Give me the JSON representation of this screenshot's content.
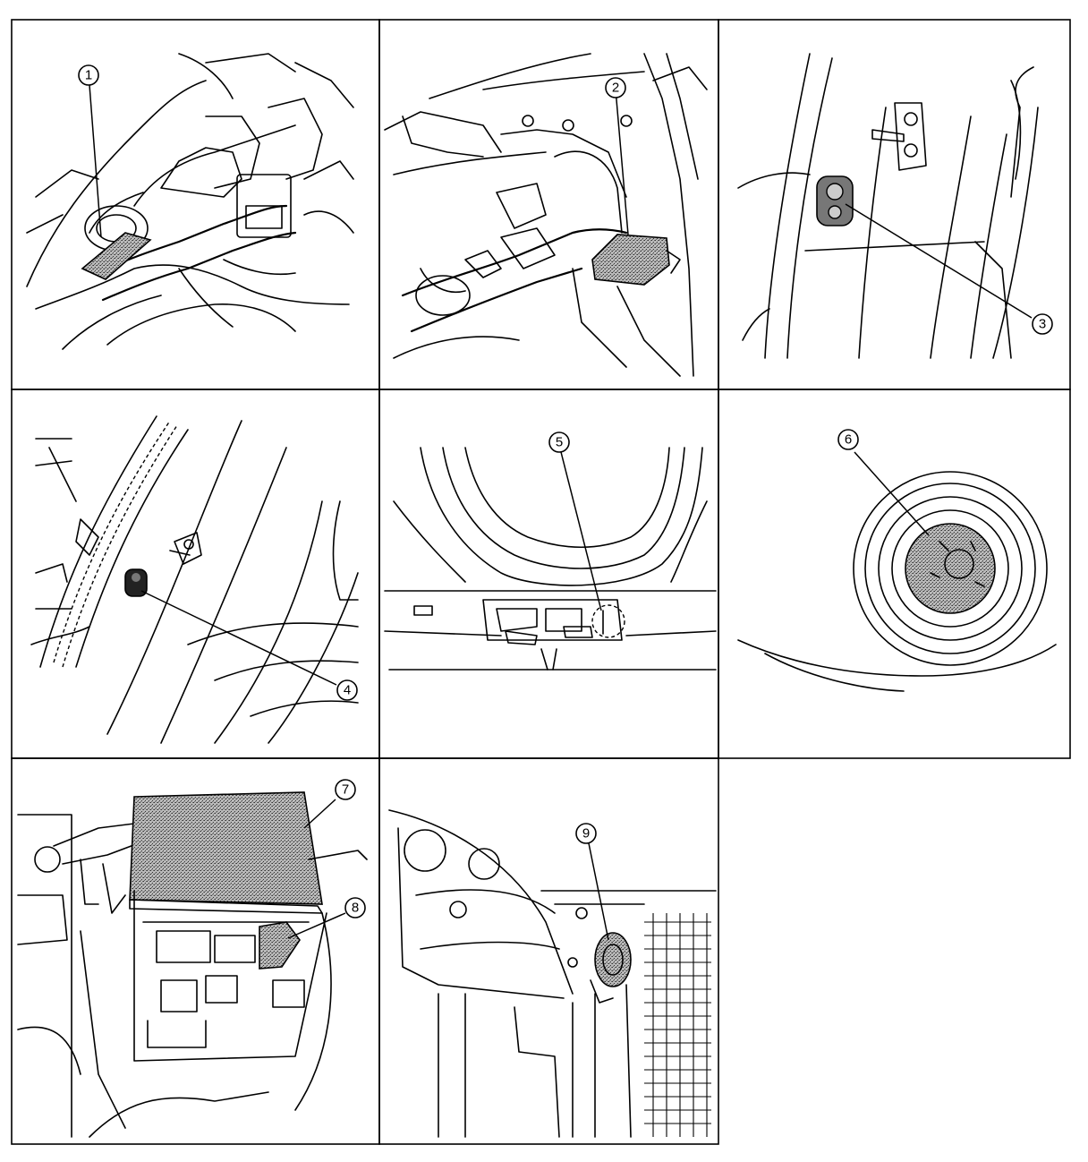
{
  "callouts": [
    {
      "id": "callout-1",
      "number": "1"
    },
    {
      "id": "callout-2",
      "number": "2"
    },
    {
      "id": "callout-3",
      "number": "3"
    },
    {
      "id": "callout-4",
      "number": "4"
    },
    {
      "id": "callout-5",
      "number": "5"
    },
    {
      "id": "callout-6",
      "number": "6"
    },
    {
      "id": "callout-7",
      "number": "7"
    },
    {
      "id": "callout-8",
      "number": "8"
    },
    {
      "id": "callout-9",
      "number": "9"
    }
  ],
  "colors": {
    "line": "#000000",
    "background": "#ffffff",
    "stipple": "#9a9a9a"
  }
}
